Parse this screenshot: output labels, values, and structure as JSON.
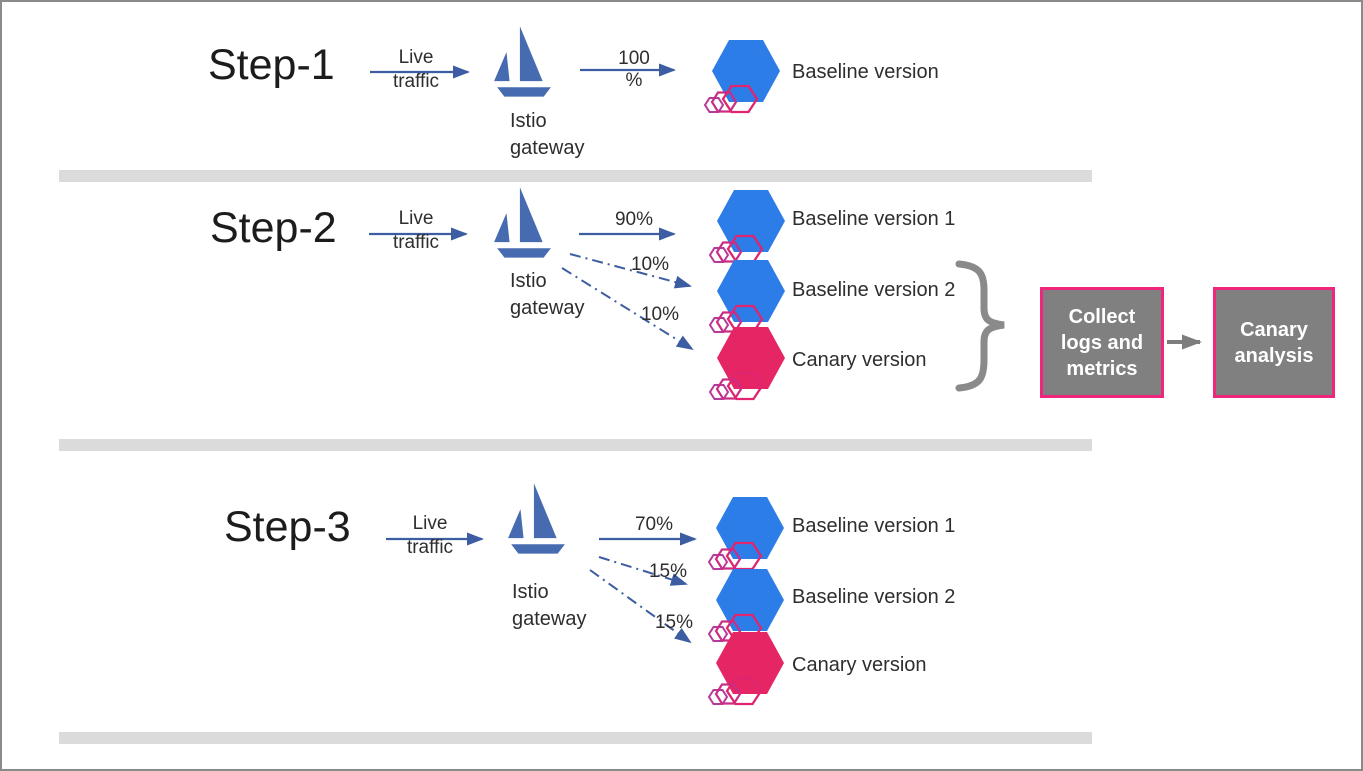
{
  "colors": {
    "canvas-border": "#8a8a8a",
    "separator": "#dbdbdb",
    "text-dark": "#1c1c1c",
    "label-text": "#2e2e2e",
    "arrow-blue": "#3c5da1",
    "istio-blue": "#466bb0",
    "hex-blue": "#2d7de9",
    "hex-pink": "#e62565",
    "mini-hex-front": "#e02570",
    "mini-hex-mid": "#c92d86",
    "mini-hex-back": "#b63a9c",
    "box-gray": "#808080",
    "box-border-pink": "#f0267c",
    "box-text": "#ffffff",
    "brace-gray": "#8a8a8a",
    "gray-arrow": "#7d7d7d"
  },
  "steps": [
    {
      "title": "Step-1",
      "traffic_label": "Live\ntraffic",
      "gateway_label": "Istio\ngateway",
      "routes": [
        {
          "percent": "100\n%",
          "style": "solid",
          "target": "Baseline version",
          "node_color": "blue"
        }
      ]
    },
    {
      "title": "Step-2",
      "traffic_label": "Live\ntraffic",
      "gateway_label": "Istio\ngateway",
      "routes": [
        {
          "percent": "90%",
          "style": "solid",
          "target": "Baseline version 1",
          "node_color": "blue"
        },
        {
          "percent": "10%",
          "style": "dash-dot",
          "target": "Baseline version 2",
          "node_color": "blue"
        },
        {
          "percent": "10%",
          "style": "dash-dot",
          "target": "Canary version",
          "node_color": "pink"
        }
      ]
    },
    {
      "title": "Step-3",
      "traffic_label": "Live\ntraffic",
      "gateway_label": "Istio\ngateway",
      "routes": [
        {
          "percent": "70%",
          "style": "solid",
          "target": "Baseline version 1",
          "node_color": "blue"
        },
        {
          "percent": "15%",
          "style": "dash-dot",
          "target": "Baseline version 2",
          "node_color": "blue"
        },
        {
          "percent": "15%",
          "style": "dash-dot",
          "target": "Canary version",
          "node_color": "pink"
        }
      ]
    }
  ],
  "analysis_flow": {
    "collect_box_label": "Collect\nlogs and\nmetrics",
    "canary_box_label": "Canary\nanalysis"
  }
}
